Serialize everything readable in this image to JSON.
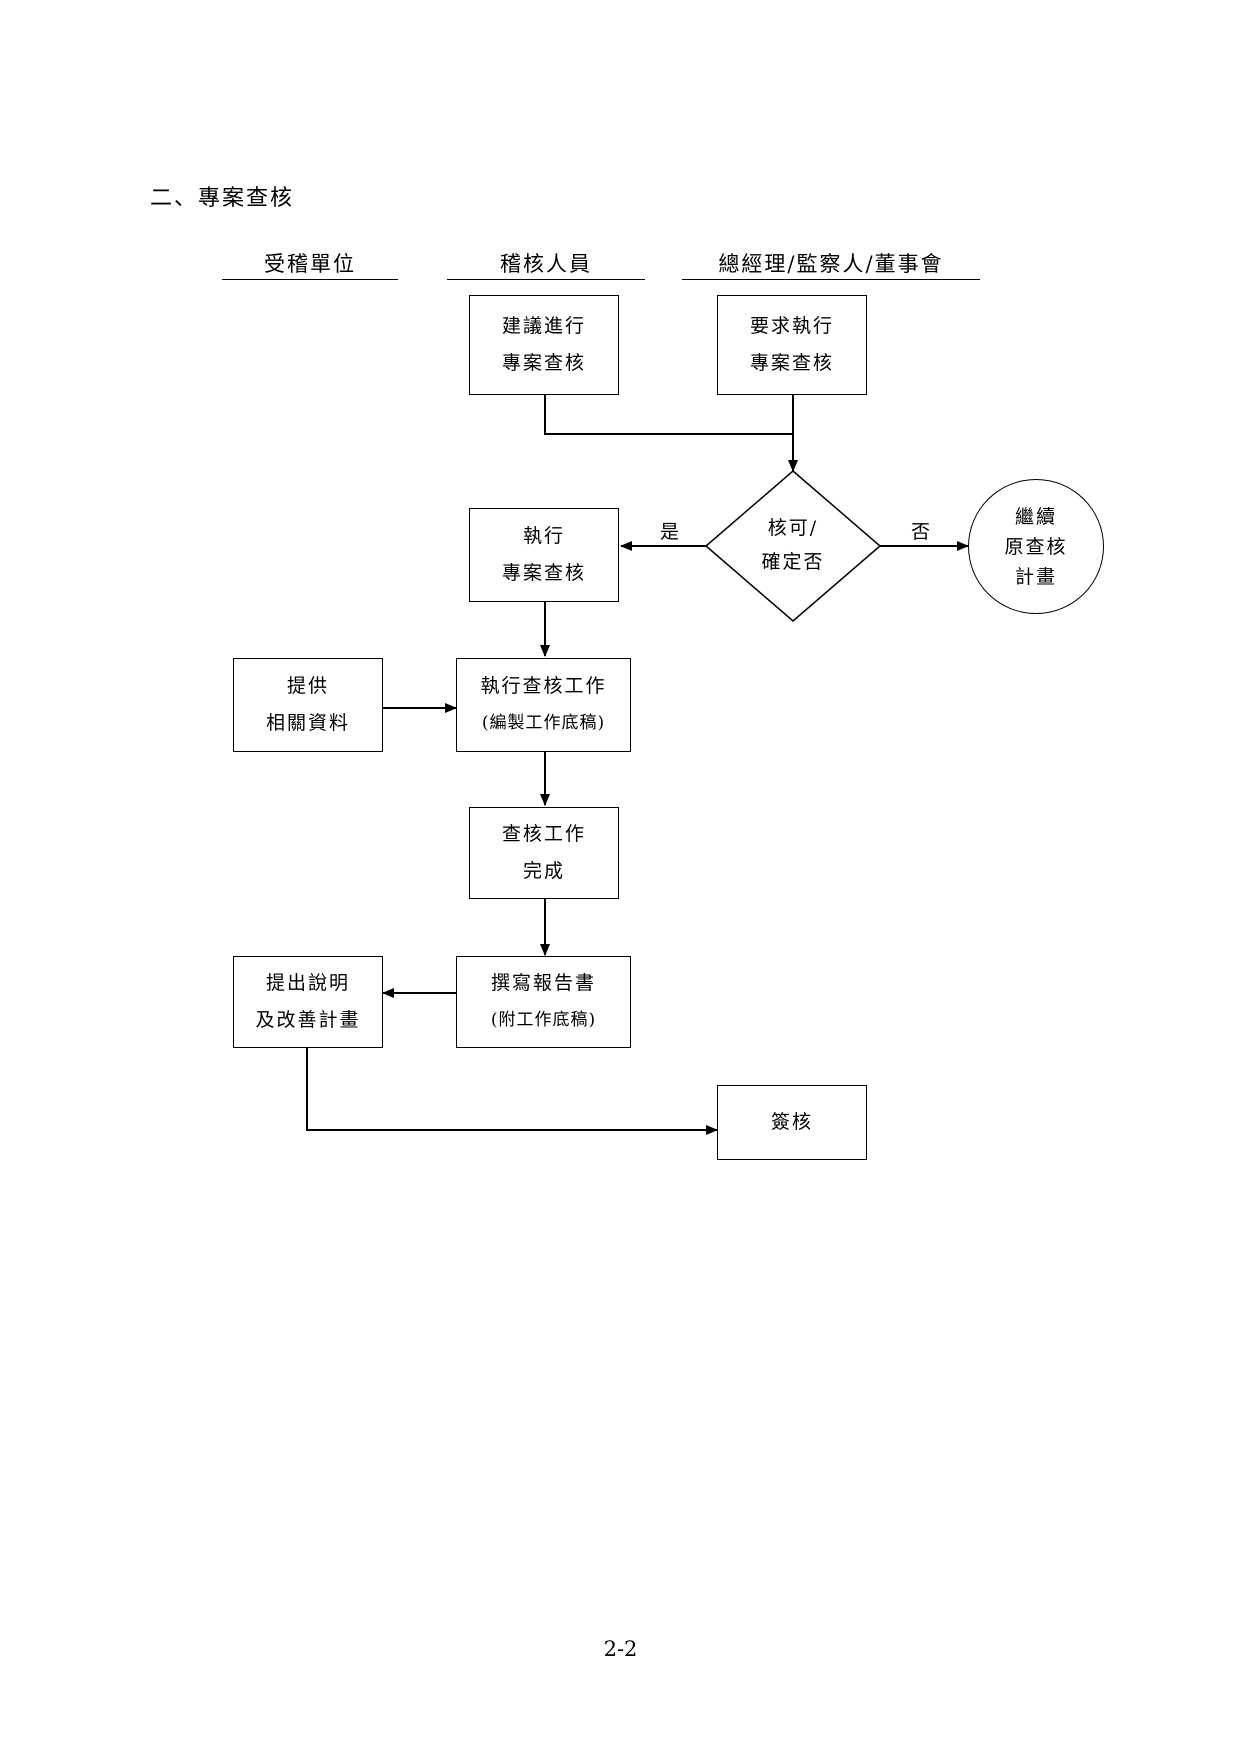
{
  "heading": "二、專案查核",
  "lanes": {
    "audited_unit": "受稽單位",
    "auditor": "稽核人員",
    "management": "總經理/監察人/董事會"
  },
  "boxes": {
    "suggest_audit": [
      "建議進行",
      "專案查核"
    ],
    "request_audit": [
      "要求執行",
      "專案查核"
    ],
    "decision": [
      "核可/",
      "確定否"
    ],
    "execute_audit": [
      "執行",
      "專案查核"
    ],
    "continue_plan": [
      "繼續",
      "原查核",
      "計畫"
    ],
    "provide_data": [
      "提供",
      "相關資料"
    ],
    "audit_work": [
      "執行查核工作",
      "(編製工作底稿)"
    ],
    "audit_complete": [
      "查核工作",
      "完成"
    ],
    "write_report": [
      "撰寫報告書",
      "(附工作底稿)"
    ],
    "improvement_plan": [
      "提出說明",
      "及改善計畫"
    ],
    "sign_off": [
      "簽核"
    ]
  },
  "edge_labels": {
    "yes": "是",
    "no": "否"
  },
  "page_number": "2-2"
}
